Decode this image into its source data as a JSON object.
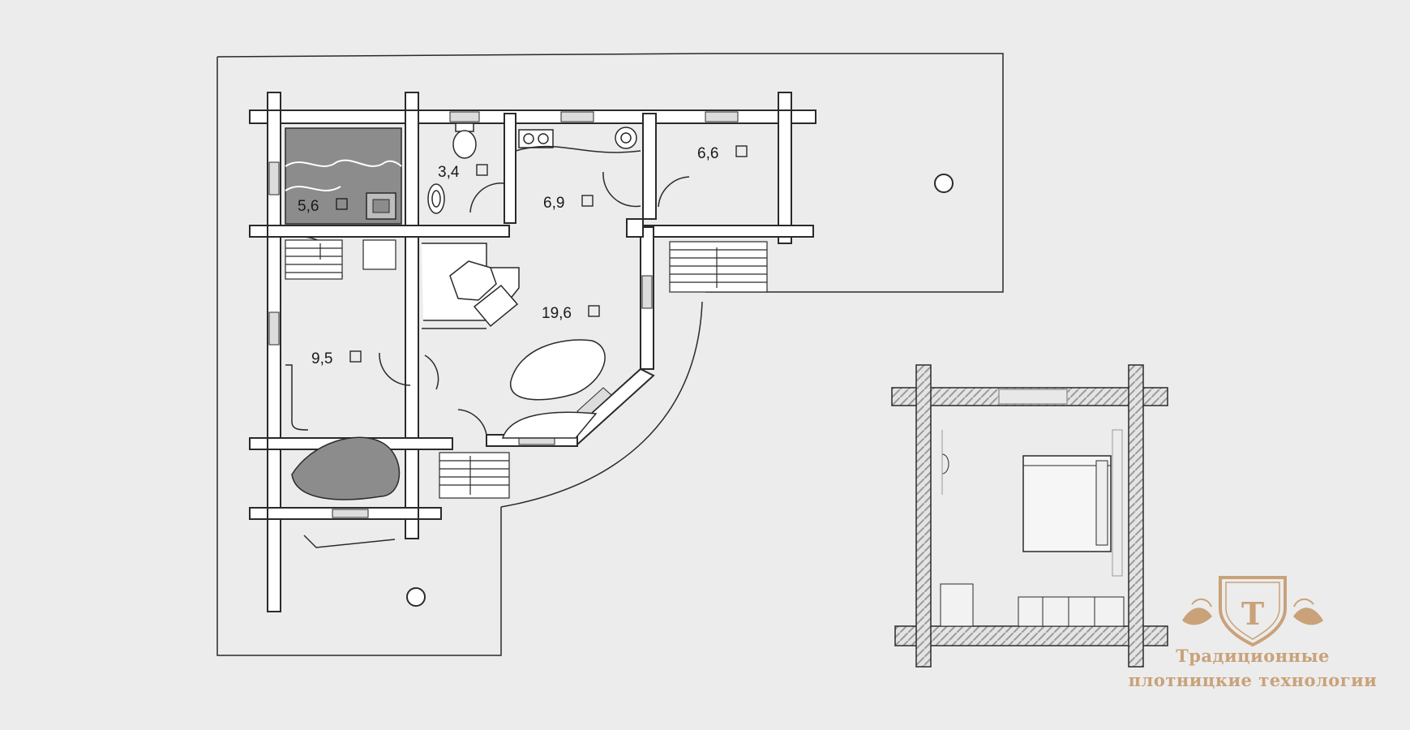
{
  "colors": {
    "background": "#ececec",
    "wall": "#ffffff",
    "line": "#2a2a2a",
    "shaded": "#8c8c8c",
    "log_fill": "#c8c8c8",
    "brand": "#c9a27a"
  },
  "rooms": [
    {
      "id": "steam-room",
      "area": "5,6"
    },
    {
      "id": "toilet",
      "area": "3,4"
    },
    {
      "id": "kitchen",
      "area": "6,9"
    },
    {
      "id": "vestibule",
      "area": "6,6"
    },
    {
      "id": "living-room",
      "area": "19,6"
    },
    {
      "id": "washroom",
      "area": "9,5"
    }
  ],
  "branding": {
    "logo_letter": "T",
    "line1": "Традиционные",
    "line2": "плотницкие технологии"
  }
}
